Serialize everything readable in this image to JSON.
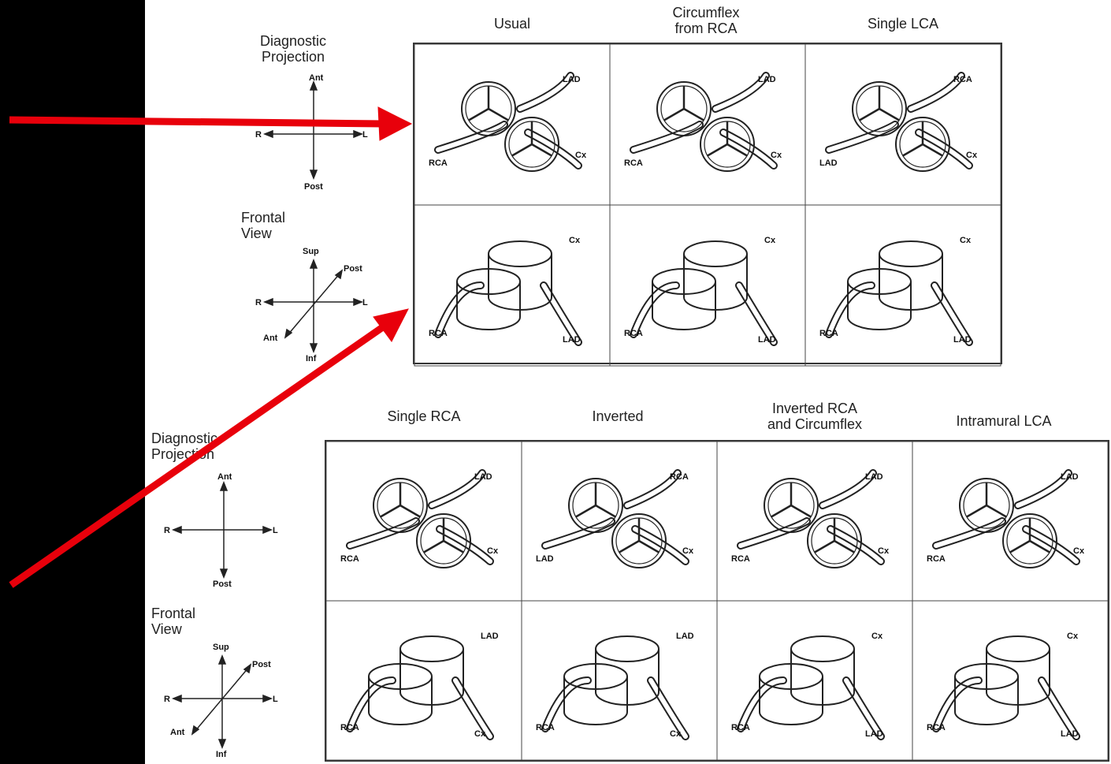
{
  "top": {
    "legend": {
      "diagnostic_label": "Diagnostic\nProjection",
      "frontal_label": "Frontal\nView",
      "axes_diag": {
        "ant": "Ant",
        "post": "Post",
        "r": "R",
        "l": "L"
      },
      "axes_front": {
        "sup": "Sup",
        "post": "Post",
        "r": "R",
        "l": "L",
        "ant": "Ant",
        "inf": "Inf"
      }
    },
    "columns": [
      "Usual",
      "Circumflex\nfrom RCA",
      "Single LCA"
    ],
    "cells": [
      {
        "labels": [
          "LAD",
          "RCA",
          "Cx"
        ]
      },
      {
        "labels": [
          "LAD",
          "RCA",
          "Cx"
        ]
      },
      {
        "labels": [
          "RCA",
          "LAD",
          "Cx"
        ]
      },
      {
        "labels": [
          "Cx",
          "RCA",
          "LAD"
        ]
      },
      {
        "labels": [
          "Cx",
          "RCA",
          "LAD"
        ]
      },
      {
        "labels": [
          "Cx",
          "RCA",
          "LAD"
        ]
      }
    ]
  },
  "bottom": {
    "legend": {
      "diagnostic_label": "Diagnostic\nProjection",
      "frontal_label": "Frontal\nView",
      "axes_diag": {
        "ant": "Ant",
        "post": "Post",
        "r": "R",
        "l": "L"
      },
      "axes_front": {
        "sup": "Sup",
        "post": "Post",
        "r": "R",
        "l": "L",
        "ant": "Ant",
        "inf": "Inf"
      }
    },
    "columns": [
      "Single RCA",
      "Inverted",
      "Inverted RCA\nand Circumflex",
      "Intramural LCA"
    ],
    "cells": [
      {
        "labels": [
          "LAD",
          "RCA",
          "Cx"
        ]
      },
      {
        "labels": [
          "RCA",
          "LAD",
          "Cx"
        ]
      },
      {
        "labels": [
          "LAD",
          "RCA",
          "Cx"
        ]
      },
      {
        "labels": [
          "LAD",
          "RCA",
          "Cx"
        ]
      },
      {
        "labels": [
          "LAD",
          "RCA",
          "Cx"
        ]
      },
      {
        "labels": [
          "LAD",
          "RCA",
          "Cx"
        ]
      },
      {
        "labels": [
          "Cx",
          "RCA",
          "LAD"
        ]
      },
      {
        "labels": [
          "Cx",
          "RCA",
          "LAD"
        ]
      }
    ]
  },
  "colors": {
    "arrow": "#e8000b",
    "background": "#000000",
    "paper": "#ffffff",
    "line": "#222222"
  }
}
